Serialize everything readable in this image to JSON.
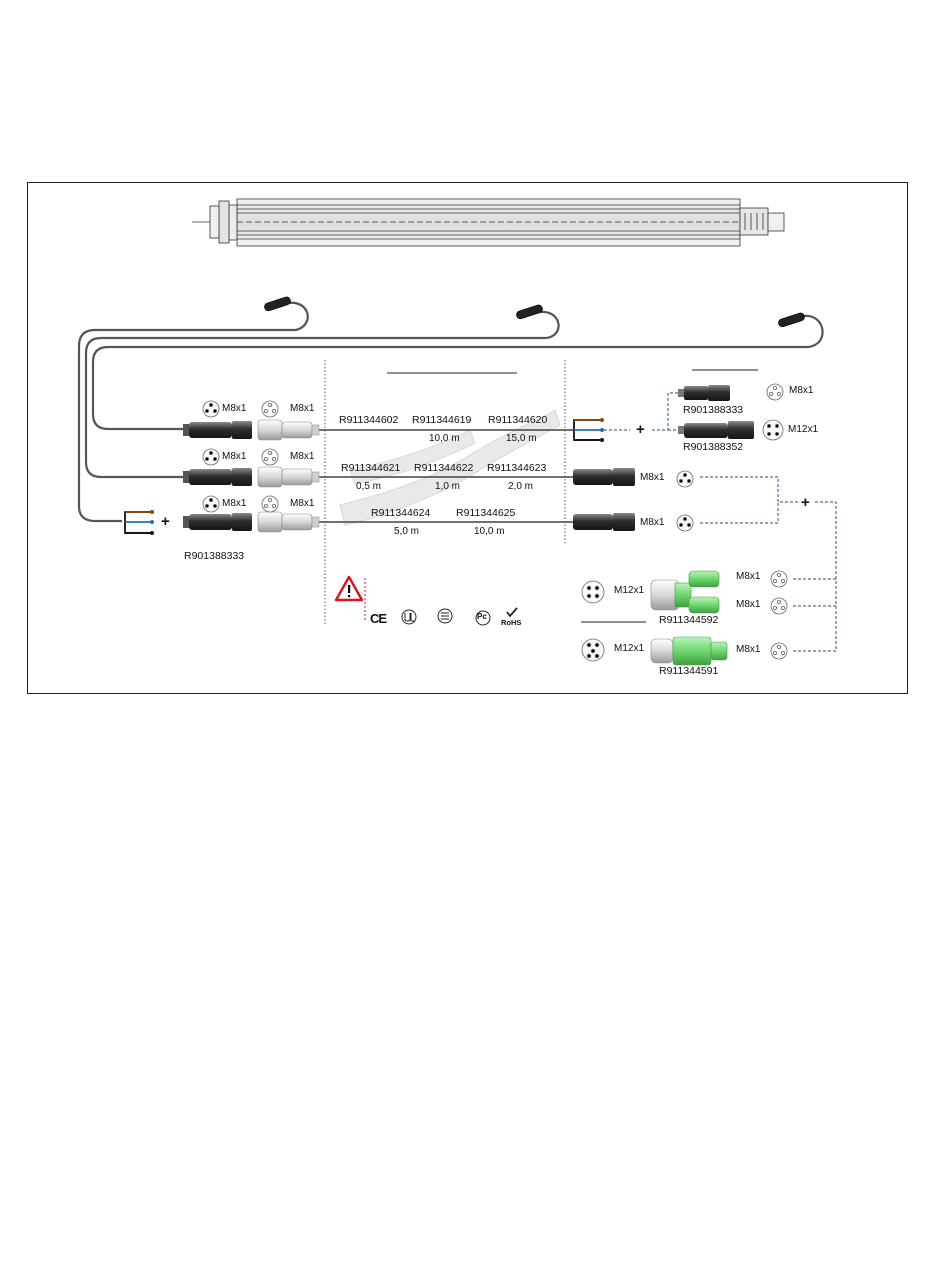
{
  "labels": {
    "m8": "M8x1",
    "m12": "M12x1",
    "plus": "+"
  },
  "parts": {
    "left_bottom": "R901388333",
    "top_right_1": "R901388333",
    "top_right_2": "R901388352",
    "row1": [
      "R911344602",
      "R911344619",
      "R911344620"
    ],
    "row1_len": [
      "10,0 m",
      "15,0 m"
    ],
    "row2": [
      "R911344621",
      "R911344622",
      "R911344623"
    ],
    "row2_len": [
      "0,5 m",
      "1,0 m",
      "2,0 m"
    ],
    "row3": [
      "R911344624",
      "R911344625"
    ],
    "row3_len": [
      "5,0 m",
      "10,0 m"
    ],
    "adapter_1": "R911344592",
    "adapter_2": "R911344591"
  },
  "cert_marks": [
    "CE",
    "UL",
    "CSA",
    "Pc",
    "RoHS"
  ],
  "colors": {
    "cable": "#555555",
    "wire_brown": "#8b4513",
    "wire_blue": "#1f6fb8",
    "wire_black": "#111111",
    "dashed": "#2b4f7e",
    "green_adapter": "#7fe07f",
    "warning_red": "#d9141b"
  }
}
